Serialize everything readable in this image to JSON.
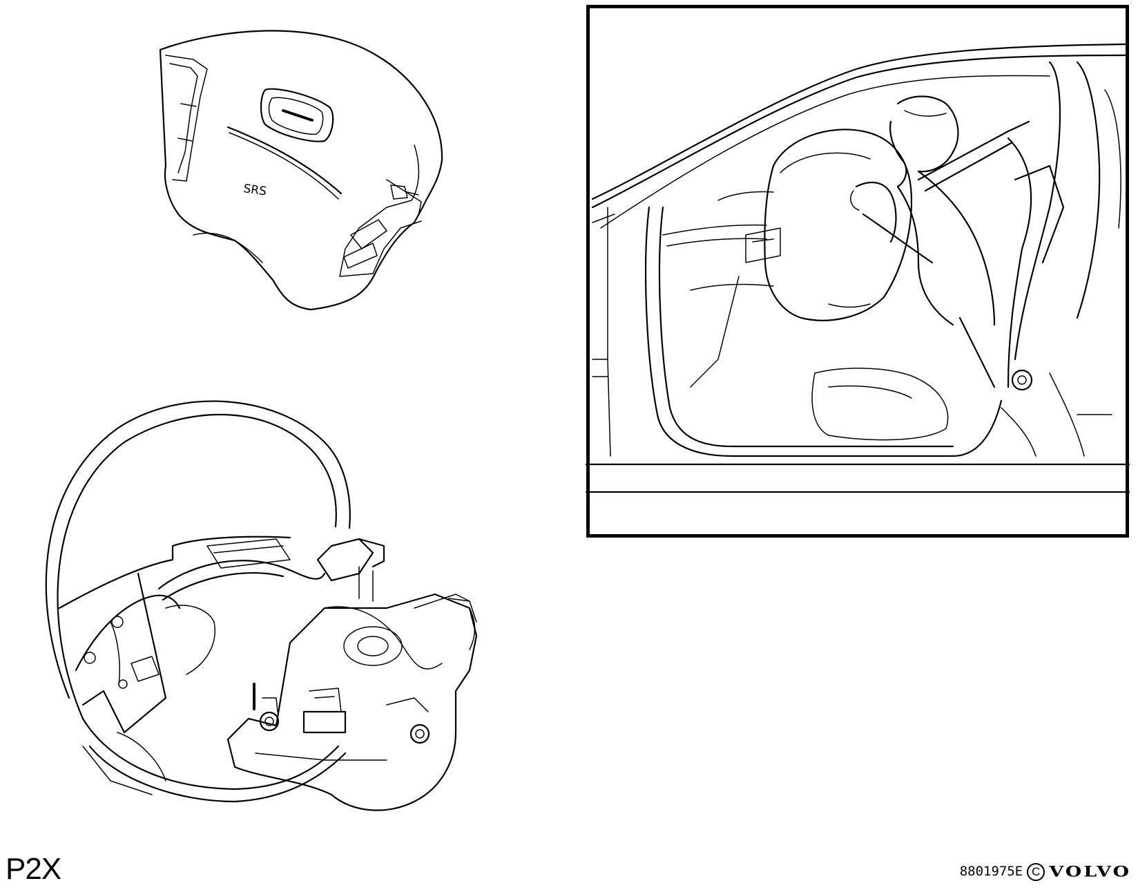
{
  "module_label": "SRS",
  "model_code": "P2X",
  "reference_code": "8801975E",
  "copyright_symbol": "C",
  "brand": "VOLVO",
  "icons": [
    "airbag-module-icon",
    "steering-wheel-icon",
    "deployed-airbag-scene-icon",
    "copyright-icon"
  ]
}
